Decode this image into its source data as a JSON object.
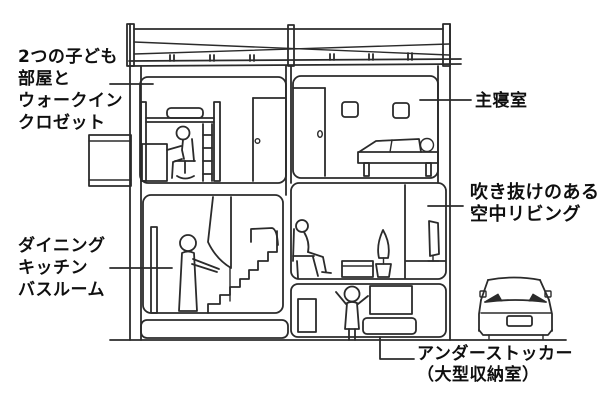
{
  "labels": {
    "children_room": {
      "lines": [
        "2つの子ども",
        "部屋と",
        "ウォークイン",
        "クロゼット"
      ]
    },
    "master_bedroom": {
      "lines": [
        "主寝室"
      ]
    },
    "aerial_living": {
      "lines": [
        "吹き抜けのある",
        "空中リビング"
      ]
    },
    "dining_kitchen": {
      "lines": [
        "ダイニング",
        "キッチン",
        "バスルーム"
      ]
    },
    "under_stocker": {
      "lines": [
        "アンダーストッカー",
        "（大型収納室）"
      ]
    }
  },
  "colors": {
    "line": "#2b2b2b",
    "text": "#0f0f0f",
    "background": "#ffffff"
  }
}
